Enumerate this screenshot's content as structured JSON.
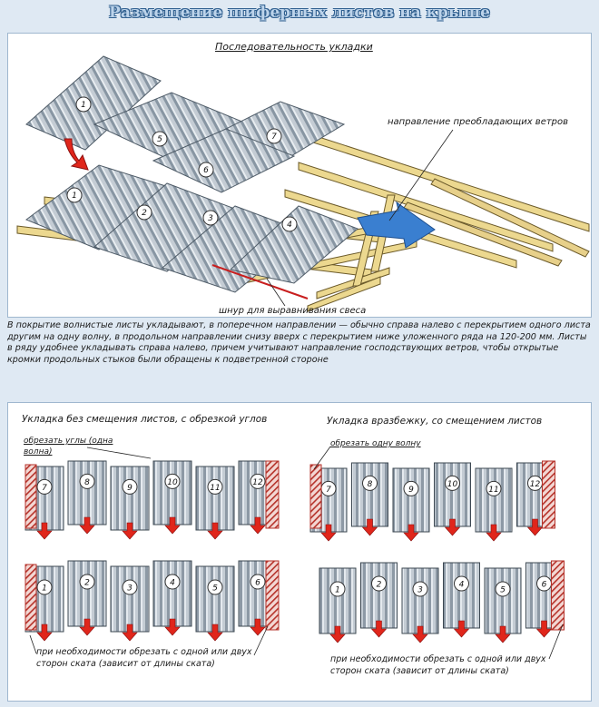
{
  "title": "Размещение шиферных листов на крыше",
  "top_panel": {
    "caption": "Последовательность укладки",
    "wind_label": "направление преобладающих ветров",
    "cord_label": "шнур для выравнивания свеса",
    "sheet_numbers": [
      "1",
      "5",
      "7",
      "1",
      "6",
      "2",
      "3",
      "4"
    ]
  },
  "description": "В покрытие волнистые листы укладывают, в поперечном направлении — обычно справа налево с перекрытием одного листа другим на одну волну, в продольном направлении снизу вверх с перекрытием ниже уложенного ряда на 120-200 мм. Листы в ряду удобнее укладывать справа налево, причем учитывают направление господствующих ветров, чтобы открытые кромки продольных стыков были обращены к подветренной стороне",
  "left_scheme": {
    "caption": "Укладка без смещения листов, с обрезкой углов",
    "cut_note": "обрезать углы (одна волна)",
    "top_row": [
      "7",
      "8",
      "9",
      "10",
      "11",
      "12"
    ],
    "bottom_row": [
      "1",
      "2",
      "3",
      "4",
      "5",
      "6"
    ],
    "footer": "при необходимости обрезать с одной или двух сторон ската (зависит от длины ската)"
  },
  "right_scheme": {
    "caption": "Укладка вразбежку, со смещением листов",
    "cut_note": "обрезать одну волну",
    "top_row": [
      "7",
      "8",
      "9",
      "10",
      "11",
      "12"
    ],
    "bottom_row": [
      "1",
      "2",
      "3",
      "4",
      "5",
      "6"
    ],
    "footer": "при необходимости обрезать с одной или двух сторон ската (зависит от длины ската)"
  },
  "colors": {
    "arrow": "#e0261b",
    "wind_arrow": "#3a7fd0",
    "sheet": "#b9c3cc",
    "wood": "#e9d58f"
  }
}
